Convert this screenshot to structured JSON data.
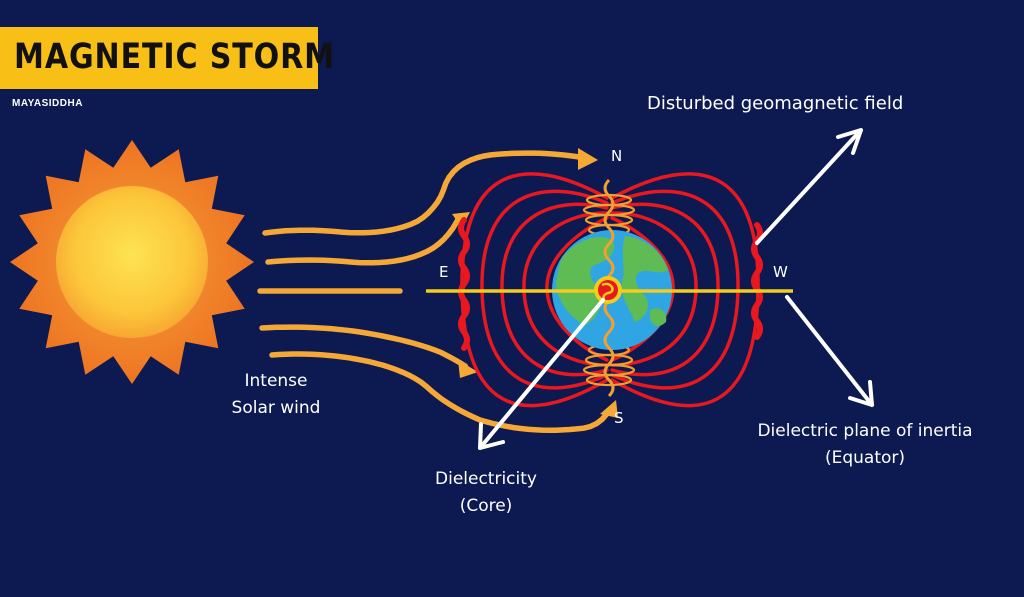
{
  "header": {
    "title": "MAGNETIC STORM",
    "brand": "MAYASIDDHA"
  },
  "labels": {
    "disturbed_field": "Disturbed geomagnetic field",
    "solar_wind_line1": "Intense",
    "solar_wind_line2": "Solar wind",
    "dielectricity_line1": "Dielectricity",
    "dielectricity_line2": "(Core)",
    "plane_line1": "Dielectric plane of inertia",
    "plane_line2": "(Equator)"
  },
  "directions": {
    "north": "N",
    "south": "S",
    "east": "E",
    "west": "W"
  },
  "colors": {
    "background": "#0d1a52",
    "title_box": "#f8bf16",
    "sun_outer": "#f07c1c",
    "sun_inner": "#fcc63a",
    "solar_wind": "#f5a836",
    "field_lines": "#e8181e",
    "equator": "#f4cc1a",
    "ocean": "#2fa5e4",
    "land": "#5fbb54",
    "arrows": "#ffffff"
  }
}
